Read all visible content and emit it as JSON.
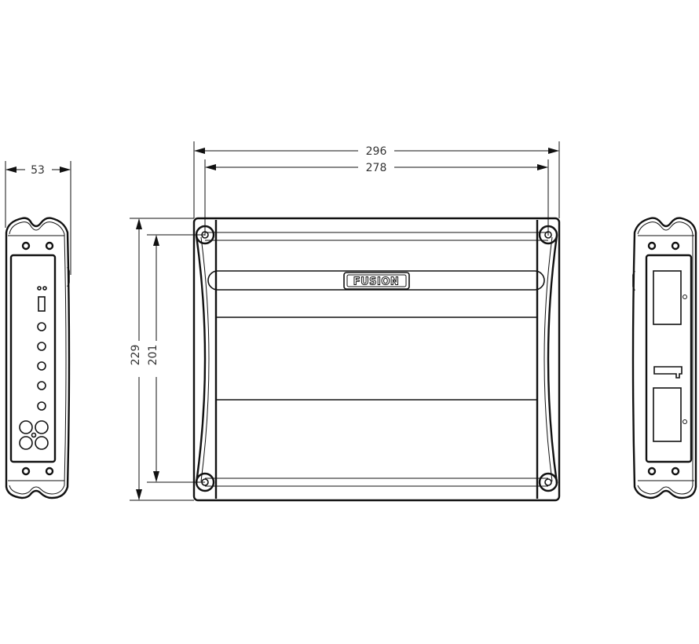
{
  "drawing": {
    "type": "technical dimension drawing",
    "units": "mm",
    "brand_logo": "FUSION",
    "colors": {
      "line": "#111111",
      "dimension_text": "#333333",
      "background": "#ffffff"
    },
    "views": {
      "left_end": {
        "label": "input/control end view",
        "dimension_width": "53",
        "mount_holes": 4,
        "led_indicators": 2,
        "usb_port": 1,
        "round_controls": 5,
        "speaker_terminals": 4
      },
      "top": {
        "label": "top view",
        "overall_width": "296",
        "mount_hole_spacing_width": "278",
        "overall_depth": "229",
        "mount_hole_spacing_depth": "201",
        "mount_holes": 4,
        "logo_text": "FUSION"
      },
      "right_end": {
        "label": "power end view",
        "mount_holes": 4,
        "connector_blocks": 2,
        "fuse_slot": 1
      }
    }
  }
}
